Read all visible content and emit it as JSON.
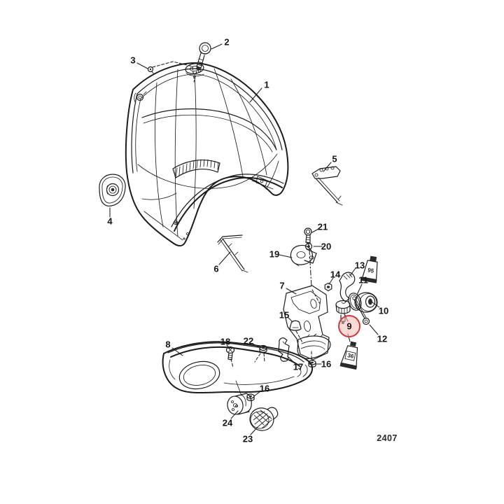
{
  "figure": {
    "number": "2407"
  },
  "colors": {
    "background": "#ffffff",
    "line": "#1c1c1c",
    "highlight_fill": "#f5b9b9",
    "highlight_stroke": "#cf3a3a"
  },
  "highlighted_part": "9",
  "callouts": {
    "p1": "1",
    "p2": "2",
    "p3": "3",
    "p4": "4",
    "p5": "5",
    "p6": "6",
    "p7": "7",
    "p8": "8",
    "p9": "9",
    "p10": "10",
    "p11": "11",
    "p12": "12",
    "p13": "13",
    "p14": "14",
    "p15": "15",
    "p16a": "16",
    "p16b": "16",
    "p17": "17",
    "p18": "18",
    "p19": "19",
    "p20": "20",
    "p21": "21",
    "p22": "22",
    "p23": "23",
    "p24": "24"
  },
  "service_notes": {
    "lubricant_tube": "95",
    "adhesive_tube": "36"
  }
}
